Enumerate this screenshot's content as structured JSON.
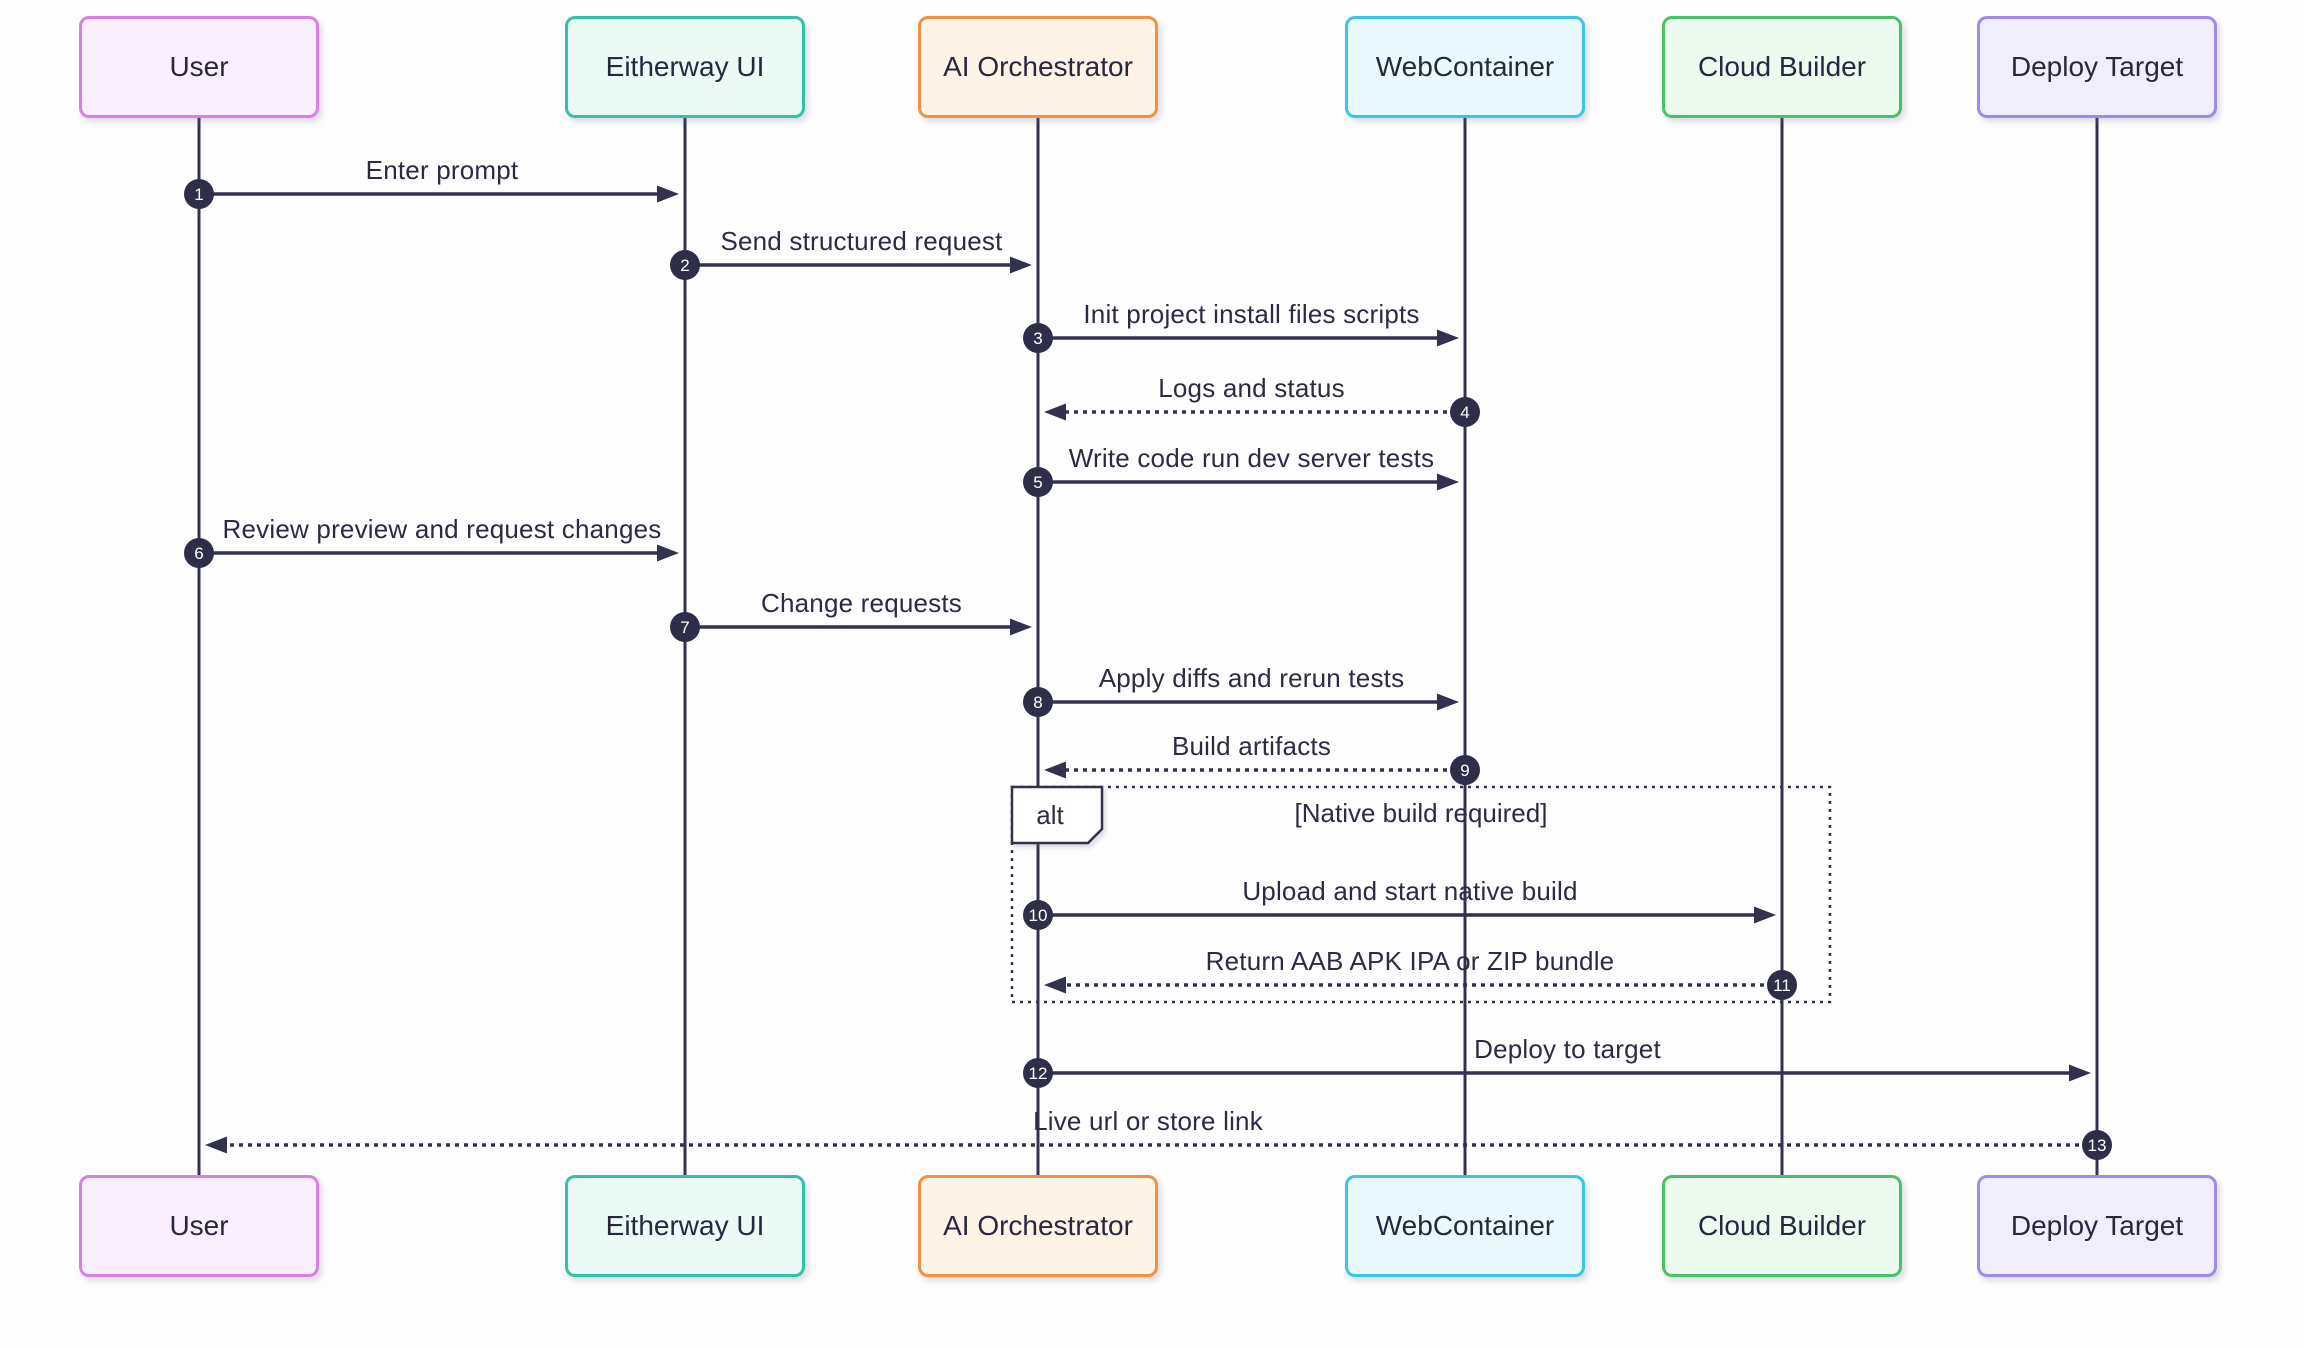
{
  "diagram": {
    "type": "sequence-diagram",
    "actors": [
      {
        "id": "user",
        "label": "User",
        "border": "#DA7FE6",
        "fill": "#FAEFFC"
      },
      {
        "id": "eitherway-ui",
        "label": "Eitherway UI",
        "border": "#2FC3A7",
        "fill": "#EBFAF5"
      },
      {
        "id": "ai-orchestrator",
        "label": "AI Orchestrator",
        "border": "#F09245",
        "fill": "#FDF3E7"
      },
      {
        "id": "webcontainer",
        "label": "WebContainer",
        "border": "#3AC6E6",
        "fill": "#E9F9FD"
      },
      {
        "id": "cloud-builder",
        "label": "Cloud Builder",
        "border": "#49C169",
        "fill": "#EDFAF0"
      },
      {
        "id": "deploy-target",
        "label": "Deploy Target",
        "border": "#A28AE9",
        "fill": "#F1EEFB"
      }
    ],
    "messages": [
      {
        "seq": "1",
        "from": 0,
        "to": 1,
        "style": "solid",
        "label": "Enter prompt"
      },
      {
        "seq": "2",
        "from": 1,
        "to": 2,
        "style": "solid",
        "label": "Send structured request"
      },
      {
        "seq": "3",
        "from": 2,
        "to": 3,
        "style": "solid",
        "label": "Init project install files scripts"
      },
      {
        "seq": "4",
        "from": 3,
        "to": 2,
        "style": "dashed",
        "label": "Logs and status"
      },
      {
        "seq": "5",
        "from": 2,
        "to": 3,
        "style": "solid",
        "label": "Write code run dev server tests"
      },
      {
        "seq": "6",
        "from": 0,
        "to": 1,
        "style": "solid",
        "label": "Review preview and request changes"
      },
      {
        "seq": "7",
        "from": 1,
        "to": 2,
        "style": "solid",
        "label": "Change requests"
      },
      {
        "seq": "8",
        "from": 2,
        "to": 3,
        "style": "solid",
        "label": "Apply diffs and rerun tests"
      },
      {
        "seq": "9",
        "from": 3,
        "to": 2,
        "style": "dashed",
        "label": "Build artifacts"
      },
      {
        "seq": "10",
        "from": 2,
        "to": 4,
        "style": "solid",
        "label": "Upload and start native build"
      },
      {
        "seq": "11",
        "from": 4,
        "to": 2,
        "style": "dashed",
        "label": "Return AAB APK IPA or ZIP bundle"
      },
      {
        "seq": "12",
        "from": 2,
        "to": 5,
        "style": "solid",
        "label": "Deploy to target"
      },
      {
        "seq": "13",
        "from": 5,
        "to": 0,
        "style": "dashed",
        "label": "Live url or store link"
      }
    ],
    "alt_block": {
      "keyword": "alt",
      "condition": "[Native build required]",
      "contains_seq": [
        "10",
        "11"
      ]
    },
    "colors": {
      "line": "#32324E",
      "text": "#2B2B45",
      "seq_badge_fill": "#2E2E48",
      "seq_badge_text": "#FFFFFF",
      "background": "#FDFDFE",
      "alt_label_fill": "#FFFFFF"
    }
  }
}
